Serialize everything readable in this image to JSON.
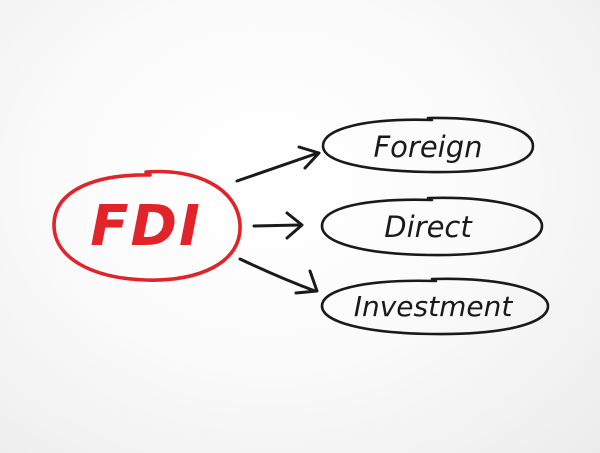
{
  "acronym": {
    "text": "FDI",
    "color": "#e0242a"
  },
  "terms": [
    {
      "text": "Foreign"
    },
    {
      "text": "Direct"
    },
    {
      "text": "Investment"
    }
  ],
  "ink_color": "#1a1a1a"
}
